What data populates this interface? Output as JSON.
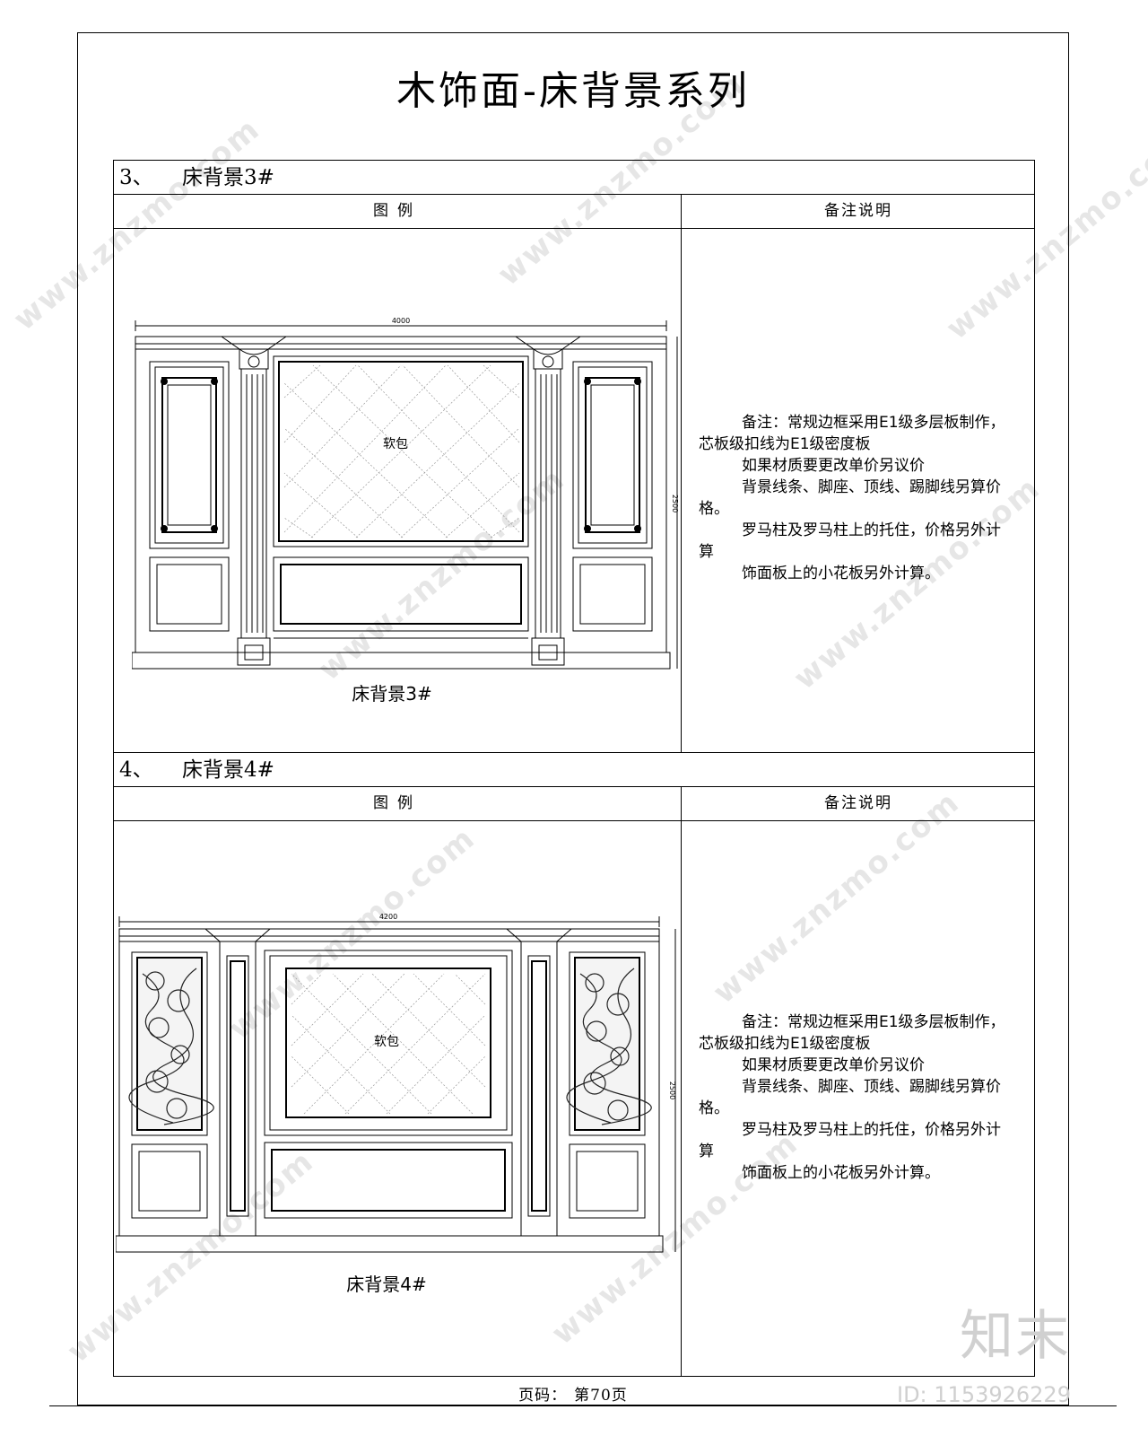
{
  "document": {
    "title": "木饰面-床背景系列",
    "footer_label": "页码：",
    "footer_page": "第70页"
  },
  "sections": [
    {
      "number": "3、",
      "name": "床背景3#",
      "col_legend": "图例",
      "col_notes": "备注说明",
      "dimension_width": "4000",
      "dimension_height": "2500",
      "panel_label": "软包",
      "caption": "床背景3#",
      "notes": [
        "备注：常规边框采用E1级多层板制作，芯板级扣线为E1级密度板",
        "如果材质要更改单价另议价",
        "背景线条、脚座、顶线、踢脚线另算价格。",
        "罗马柱及罗马柱上的托住，价格另外计算",
        "饰面板上的小花板另外计算。"
      ]
    },
    {
      "number": "4、",
      "name": "床背景4#",
      "col_legend": "图例",
      "col_notes": "备注说明",
      "dimension_width": "4200",
      "dimension_height": "2500",
      "panel_label": "软包",
      "caption": "床背景4#",
      "notes": [
        "备注：常规边框采用E1级多层板制作，芯板级扣线为E1级密度板",
        "如果材质要更改单价另议价",
        "背景线条、脚座、顶线、踢脚线另算价格。",
        "罗马柱及罗马柱上的托住，价格另外计算",
        "饰面板上的小花板另外计算。"
      ]
    }
  ],
  "watermark": {
    "brand": "知末",
    "id": "ID: 1153926229",
    "site": "www.znzmo.com"
  }
}
